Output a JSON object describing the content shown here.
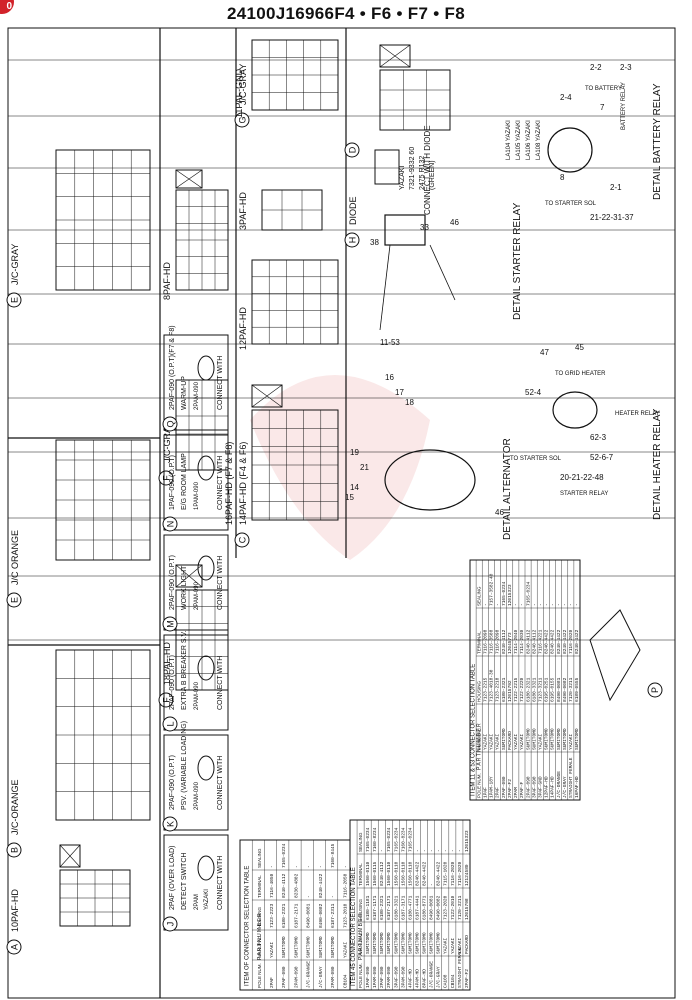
{
  "page": {
    "corner_badge": "0",
    "title": "24100J16966F4 • F6 • F7 • F8"
  },
  "sections": [
    {
      "key": "A",
      "label": "10PAF-HD"
    },
    {
      "key": "B",
      "label": "J/C-ORANGE"
    },
    {
      "key": "C",
      "label": "14PAF-HD (F4 & F6)"
    },
    {
      "key": "C2",
      "label": "16PAF-HD (F7 & F8)"
    },
    {
      "key": "C3",
      "label": "12PAF-HD"
    },
    {
      "key": "C4",
      "label": "3PAF-HD"
    },
    {
      "key": "D",
      "label": "11PAF-GND"
    },
    {
      "key": "E",
      "label": "J/C ORANGE"
    },
    {
      "key": "E2",
      "label": "J/C-GRAY"
    },
    {
      "key": "F",
      "label": "18PAF-HD"
    },
    {
      "key": "F2",
      "label": "J/C-GRAY"
    },
    {
      "key": "F3",
      "label": "8PAF-HD"
    },
    {
      "key": "G",
      "label": "J/C-GRAY"
    },
    {
      "key": "H",
      "label": "DIODE"
    }
  ],
  "row3": [
    {
      "key": "J",
      "code": "2PAF (OVER LOAD)",
      "name": "DETECT SWITCH",
      "mate": "2PAM",
      "part": "YAZAKI\n7122-2223",
      "connect": "CONNECT WITH"
    },
    {
      "key": "K",
      "code": "2PAF-090 (O.P.T)",
      "name": "PSV. (VARIABLE LOADING)",
      "mate": "2PAM-090",
      "connect": "CONNECT WITH"
    },
    {
      "key": "L",
      "code": "2PAF-090 (O.P.T)",
      "name": "EXTRA B BREAKER S.V.",
      "mate": "2PAM-090",
      "connect": "CONNECT WITH"
    },
    {
      "key": "M",
      "code": "2PAF-090 (O.P.T)",
      "name": "WORK LIGHT",
      "mate": "2PAM-090",
      "connect": "CONNECT WITH"
    },
    {
      "key": "N",
      "code": "1PAF-090 (O.P.T)",
      "name": "E/G ROOM LAMP",
      "mate": "1PAM-090",
      "connect": "CONNECT WITH"
    },
    {
      "key": "Q",
      "code": "2PAF-090 (O.P.T)(F7 & F8)",
      "name": "WARM-UP",
      "mate": "2PAM-090",
      "connect": "CONNECT WITH"
    }
  ],
  "diode": {
    "connect": "CONNECT WITH DIODE",
    "part_a": "YAZAKI",
    "part_b": "7321-9332 60",
    "part_c": "2475 R132",
    "part_d": "(GREEN)"
  },
  "details": {
    "battery_relay": "DETAIL BATTERY RELAY",
    "starter_relay": "DETAIL STARTER RELAY",
    "alternator": "DETAIL ALTERNATOR",
    "heater_relay": "DETAIL HEATER RELAY",
    "p_label": "P",
    "battery_callouts": [
      "2-2",
      "2-3",
      "2-4",
      "7",
      "8",
      "2-1",
      "21-22-31-37"
    ],
    "battery_notes": [
      "TO BATTERY",
      "BATTERY RELAY",
      "TO STARTER SOL"
    ],
    "battery_parts": [
      "LA104 YAZAKI",
      "LA105 YAZAKI",
      "LA106 YAZAKI",
      "LA108 YAZAKI"
    ],
    "starter_callouts": [
      "38",
      "33",
      "46",
      "11-53"
    ],
    "alternator_callouts": [
      "16",
      "17",
      "18",
      "19",
      "21",
      "14",
      "15"
    ],
    "heater_callouts": [
      "47",
      "45",
      "52-4",
      "62-3",
      "52-6-7",
      "20-21-22-48",
      "46"
    ],
    "heater_notes": [
      "TO GRID HEATER",
      "HEATER RELAY",
      "TO STARTER SOL",
      "STARTER RELAY"
    ]
  },
  "tables": [
    {
      "title": "ITEM OF   CONNECTOR SELECTION TABLE",
      "sub": "P A R T   N U M B E R",
      "headers": [
        "POLE NUM.",
        "MANUFAC.",
        "HOUSING",
        "TERMINAL",
        "SEALING"
      ],
      "rows": [
        [
          "2PAF",
          "YAZAKI",
          "7123-2223",
          "7116-4050",
          "-"
        ],
        [
          "2PAF-090",
          "SUMITOMO",
          "6180-2321",
          "8240-4112",
          "7165-0234"
        ],
        [
          "2PAM-090",
          "SUMITOMO",
          "6187-2171",
          "8230-4802",
          "-"
        ],
        [
          "J/C-ORANGE",
          "SUMITOMO",
          "8490-0081",
          "-",
          "-"
        ],
        [
          "J/C-GRAY",
          "SUMITOMO",
          "8490-0082",
          "8240-4422",
          "-"
        ],
        [
          "2PAM-090",
          "SUMITOMO",
          "6187-2311",
          "-",
          "7160-8445"
        ],
        [
          "CB104",
          "YAZAKI",
          "7123-2010",
          "7116-2050",
          "-"
        ]
      ]
    },
    {
      "title": "ITEM 45    CONNECTOR SELECTION TABLE",
      "sub": "P A R T   N U M B E R",
      "headers": [
        "POLE NUM.",
        "MANUFAC.",
        "HOUSING",
        "TERMINAL",
        "SEALING"
      ],
      "rows": [
        [
          "1PAF-090",
          "SUMITOMO",
          "6180-1181",
          "1560-0110",
          "7165-0234"
        ],
        [
          "1PAM-090",
          "SUMITOMO",
          "6187-1171",
          "1560-0115",
          "7160-8234"
        ],
        [
          "2PAF-090",
          "SUMITOMO",
          "6180-2321",
          "8240-4112",
          "-"
        ],
        [
          "2PAM-090",
          "SUMITOMO",
          "6187-2171",
          "1560-0110",
          "7165-0234"
        ],
        [
          "3PAF-090",
          "SUMITOMO",
          "6180-3321",
          "1560-0110",
          "7165-0234"
        ],
        [
          "3PAM-090",
          "SUMITOMO",
          "6187-3171",
          "1560-0110",
          "7160-8234"
        ],
        [
          "4PAF-HD",
          "SUMITOMO",
          "6180-4771",
          "1560-0110",
          "7165-0234"
        ],
        [
          "4PAM-HD",
          "SUMITOMO",
          "6187-4441",
          "8240-4422",
          "-"
        ],
        [
          "8PAF-HD",
          "SUMITOMO",
          "6180-8771",
          "8240-4422",
          "-"
        ],
        [
          "J/C-ORANGE",
          "SUMITOMO",
          "8490-0081",
          "-",
          "-"
        ],
        [
          "J/C-GRAY",
          "SUMITOMO",
          "8490-0082",
          "8240-4422",
          "-"
        ],
        [
          "CA108",
          "YAZAKI",
          "7123-2020",
          "7115-1020",
          "-"
        ],
        [
          "CB104",
          "YAZAKI",
          "7122-2010",
          "7116-2020",
          "-"
        ],
        [
          "STRAIGHT FEMALE",
          "YAZAKI",
          "7120-3211",
          "7116-2020",
          "-"
        ],
        [
          "2PAF-F2",
          "PACKARD",
          "12015798",
          "12124580",
          "12015323"
        ]
      ]
    },
    {
      "title": "ITEM 11 & 53   CONNECTOR SELECTION TABLE",
      "sub": "P A R T   N U M B E R",
      "headers": [
        "POLE NUM.",
        "MANUFAC.",
        "HOUSING",
        "TERMINAL",
        "SEALING"
      ],
      "rows": [
        [
          "1PAF",
          "YAZAKI",
          "7123-2215",
          "7116-2098",
          "-"
        ],
        [
          "1PAM-18Y",
          "YAZAKI",
          "7123-4018-30",
          "7116-3508",
          "7157-3582-40"
        ],
        [
          "2PAF",
          "YAZAKI",
          "7123-2218",
          "7116-2098",
          "-"
        ],
        [
          "2PAF-090",
          "SUMITOMO",
          "6180-2321",
          "8240-4112",
          "7165-0234"
        ],
        [
          "2PAF-F2",
          "PACKARD",
          "12015792",
          "12045773",
          "12015323"
        ],
        [
          "2PAM",
          "YAZAKI",
          "7122-2215",
          "7114-2040",
          "-"
        ],
        [
          "2PAF-F",
          "YAZAKI",
          "7122-2220",
          "7114-2030",
          "-"
        ],
        [
          "2PAF-090",
          "SUMITOMO",
          "6180-2321",
          "8240-4112",
          "7165-0234"
        ],
        [
          "3PAF-090",
          "SUMITOMO",
          "6180-3321",
          "8240-4112",
          "-"
        ],
        [
          "3PAF-GND",
          "YAZAKI",
          "7123-3211",
          "7116-4221",
          "-"
        ],
        [
          "12PAF-HD",
          "SUMITOMO",
          "6195-0251",
          "8240-4422",
          "-"
        ],
        [
          "14PAF-HD",
          "SUMITOMO",
          "6195-0155",
          "8240-4422",
          "-"
        ],
        [
          "J/C-ORANGE",
          "SUMITOMO",
          "8490-0081",
          "8240-4422",
          "-"
        ],
        [
          "J/C-GRAY",
          "SUMITOMO",
          "8490-0082",
          "8240-4422",
          "-"
        ],
        [
          "STRAIGHT FEMALE",
          "YAZAKI",
          "7120-3211",
          "7116-2020",
          "-"
        ],
        [
          "16PAF-HD",
          "SUMITOMO",
          "6189-0555",
          "8240-4422",
          "-"
        ]
      ]
    }
  ]
}
